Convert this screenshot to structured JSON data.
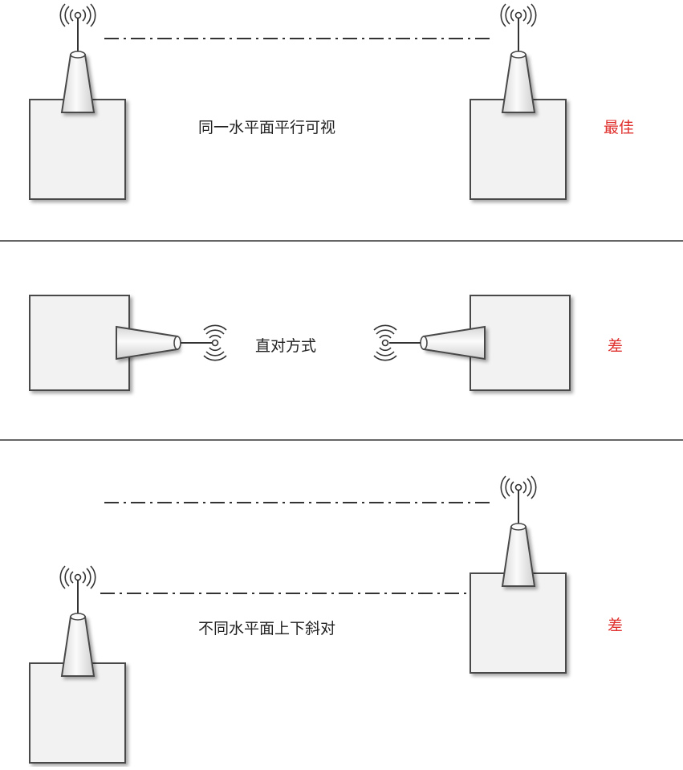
{
  "colors": {
    "box_fill": "#f2f2f2",
    "box_stroke": "#4a4a4a",
    "antenna_fill": "#ececec",
    "line": "#333333",
    "rating": "#e0302e",
    "label": "#222222"
  },
  "icons": {
    "box": "device-box-icon",
    "antenna": "antenna-cone-icon",
    "signal": "wifi-signal-icon"
  },
  "sections": [
    {
      "id": "horizontal-parallel",
      "label": "同一水平面平行可视",
      "rating": "最佳"
    },
    {
      "id": "direct",
      "label": "直对方式",
      "rating": "差"
    },
    {
      "id": "diagonal",
      "label": "不同水平面上下斜对",
      "rating": "差"
    }
  ]
}
